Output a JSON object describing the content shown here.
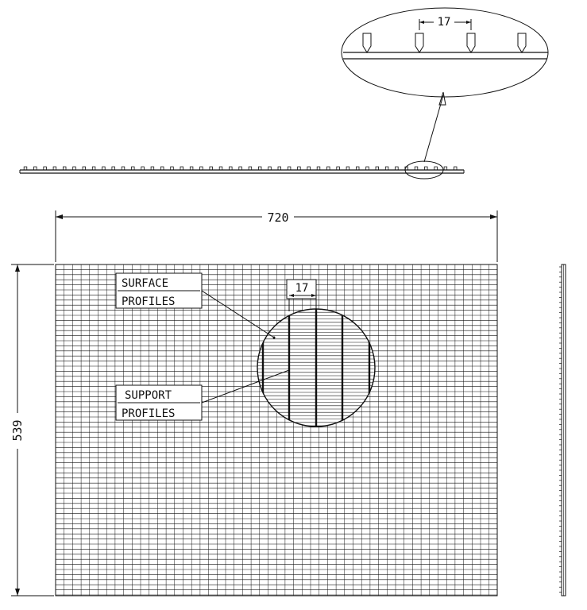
{
  "detail_top": {
    "spacing_label": "17"
  },
  "main_view": {
    "width_label": "720",
    "height_label": "539",
    "detail_spacing_label": "17",
    "callouts": {
      "surface": [
        "SURFACE",
        "PROFILES"
      ],
      "support": [
        "SUPPORT",
        "PROFILES"
      ]
    }
  },
  "colors": {
    "line": "#111111",
    "background": "#ffffff"
  }
}
